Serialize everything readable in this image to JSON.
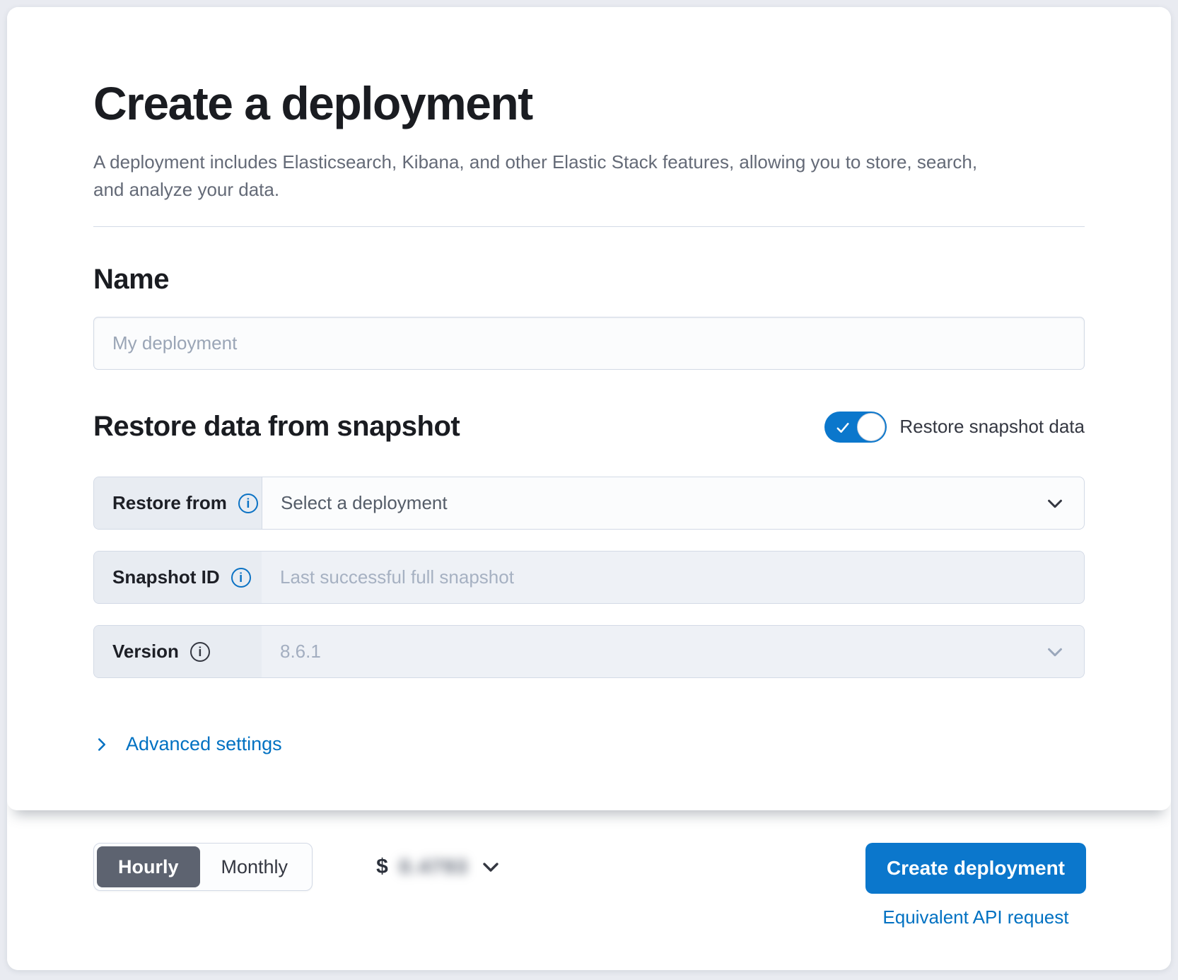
{
  "header": {
    "title": "Create a deployment",
    "subtitle": "A deployment includes Elasticsearch, Kibana, and other Elastic Stack features, allowing you to store, search, and analyze your data."
  },
  "name_section": {
    "heading": "Name",
    "placeholder": "My deployment"
  },
  "restore_section": {
    "heading": "Restore data from snapshot",
    "toggle": {
      "label": "Restore snapshot data",
      "state": "on"
    },
    "rows": [
      {
        "label": "Restore from",
        "value": "Select a deployment",
        "control": "select",
        "state": "enabled"
      },
      {
        "label": "Snapshot ID",
        "placeholder": "Last successful full snapshot",
        "control": "input",
        "state": "disabled"
      },
      {
        "label": "Version",
        "value": "8.6.1",
        "control": "select",
        "state": "disabled"
      }
    ],
    "advanced_link": "Advanced settings"
  },
  "footer": {
    "billing_period": {
      "options": [
        "Hourly",
        "Monthly"
      ],
      "selected": "Hourly"
    },
    "price": {
      "currency_symbol": "$",
      "amount_blurred": "0.4793"
    },
    "create_button_label": "Create deployment",
    "api_request_link": "Equivalent API request"
  },
  "colors": {
    "primary_blue": "#0b77cc",
    "link_blue": "#0071c2",
    "selected_period_gray": "#5d6370",
    "label_background": "#e8ecf2",
    "border": "#d3dae6"
  }
}
